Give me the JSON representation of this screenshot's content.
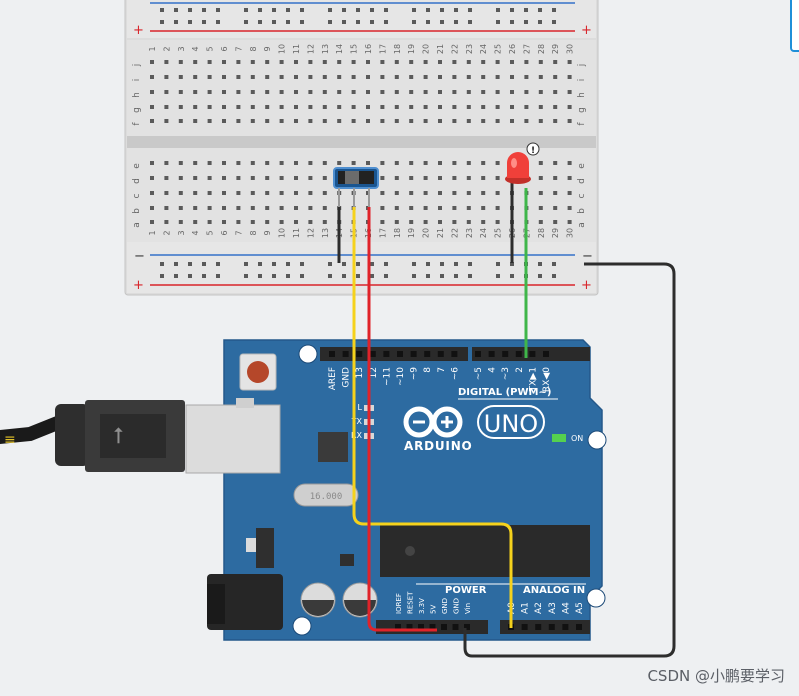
{
  "board": {
    "logo_text": "ARDUINO",
    "model": "UNO",
    "digital_label": "DIGITAL (PWM~)",
    "power_label": "POWER",
    "analog_label": "ANALOG IN",
    "on_label": "ON",
    "led_labels": [
      "L",
      "TX",
      "RX"
    ],
    "crystal_text": "16.000",
    "digital_pins": [
      "AREF",
      "GND",
      "13",
      "12",
      "~11",
      "~10",
      "~9",
      "8",
      "7",
      "~6",
      "~5",
      "4",
      "~3",
      "2",
      "TX▶1",
      "RX◀0"
    ],
    "power_pins": [
      "IOREF",
      "RESET",
      "3.3V",
      "5V",
      "GND",
      "GND",
      "Vin"
    ],
    "analog_pins": [
      "A0",
      "A1",
      "A2",
      "A3",
      "A4",
      "A5"
    ]
  },
  "breadboard": {
    "row_letters_top": [
      "j",
      "i",
      "h",
      "g",
      "f"
    ],
    "row_letters_bottom": [
      "e",
      "d",
      "c",
      "b",
      "a"
    ],
    "column_count": 30,
    "rail_minus": "−",
    "rail_plus": "+"
  },
  "led": {
    "warning_symbol": "!"
  },
  "colors": {
    "board_blue": "#2d6ba1",
    "wire_yellow": "#f5d21c",
    "wire_red": "#e0232a",
    "wire_green": "#3fb64a",
    "wire_black": "#2d2d2d",
    "led_red": "#f0403a"
  },
  "watermark": "CSDN @小鹏要学习"
}
